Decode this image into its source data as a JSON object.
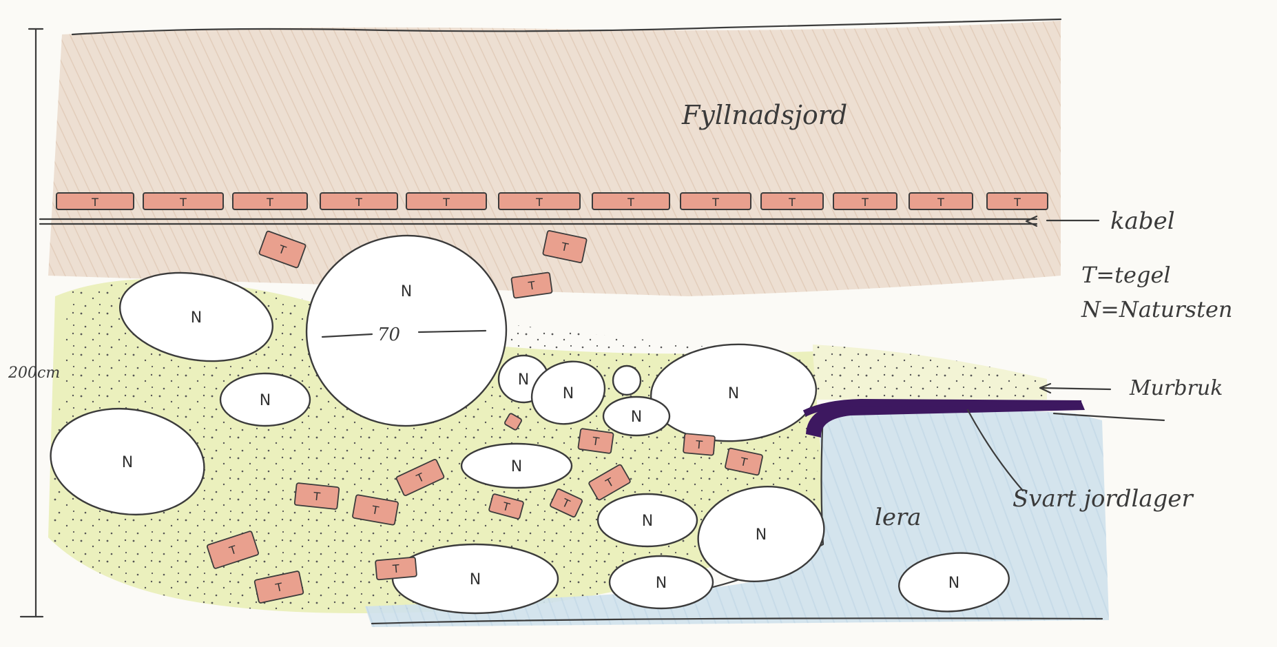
{
  "labels": {
    "fyllnadsjord": "Fyllnadsjord",
    "kabel": "kabel",
    "legend_t": "T=tegel",
    "legend_n": "N=Natursten",
    "murbruk": "Murbruk",
    "svart_jordlager": "Svart jordlager",
    "lera": "lera",
    "scale": "200cm",
    "stone_size": "70"
  },
  "brick_letter": "T",
  "stone_letter": "N",
  "colors": {
    "fill_soil": "#e8d6c6",
    "brick": "#e9a08e",
    "clay": "#cfe1ec",
    "yellow_green": "#e6ecaa",
    "black_soil_layer": "#3d1860",
    "ink": "#3b3b3b"
  }
}
